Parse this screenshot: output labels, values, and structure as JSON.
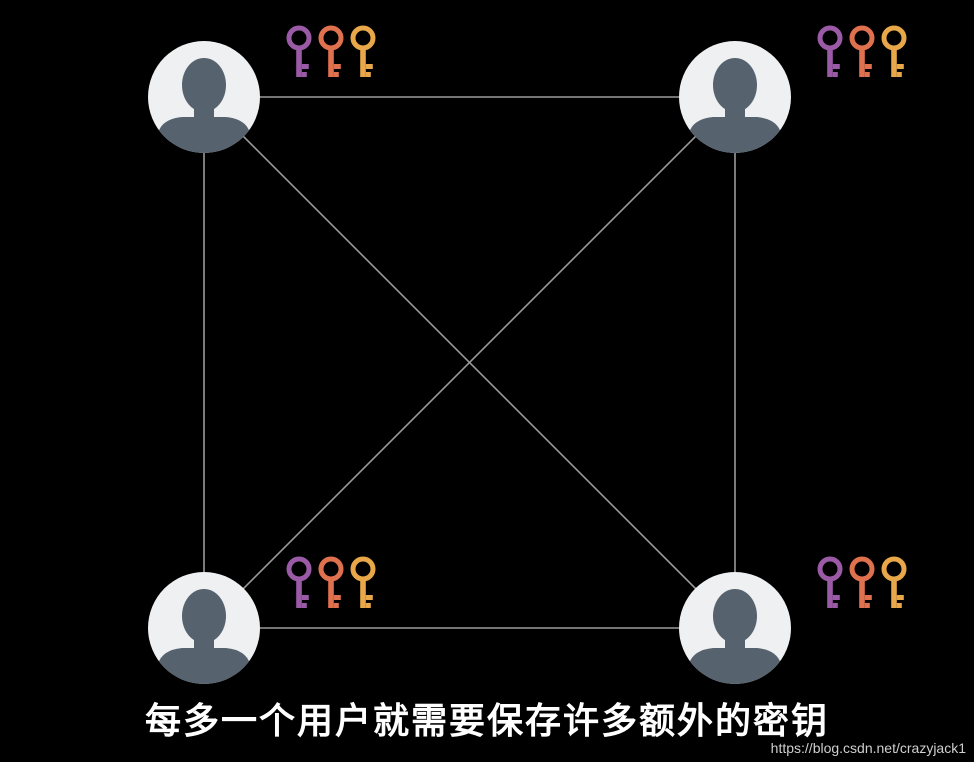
{
  "caption": "每多一个用户就需要保存许多额外的密钥",
  "watermark": "https://blog.csdn.net/crazyjack1",
  "colors": {
    "background": "#000000",
    "connection_line": "#9a9a9a",
    "avatar_circle": "#eef0f2",
    "avatar_silhouette": "#56636f",
    "key_purple": "#9b5aa6",
    "key_orange": "#e0714f",
    "key_yellow": "#e8a84a"
  },
  "users": [
    {
      "id": "top-left",
      "keys": [
        "key_purple",
        "key_orange",
        "key_yellow"
      ]
    },
    {
      "id": "top-right",
      "keys": [
        "key_purple",
        "key_orange",
        "key_yellow"
      ]
    },
    {
      "id": "bottom-left",
      "keys": [
        "key_purple",
        "key_orange",
        "key_yellow"
      ]
    },
    {
      "id": "bottom-right",
      "keys": [
        "key_purple",
        "key_orange",
        "key_yellow"
      ]
    }
  ],
  "connections": [
    [
      "top-left",
      "top-right"
    ],
    [
      "top-left",
      "bottom-left"
    ],
    [
      "top-left",
      "bottom-right"
    ],
    [
      "top-right",
      "bottom-right"
    ],
    [
      "top-right",
      "bottom-left"
    ],
    [
      "bottom-left",
      "bottom-right"
    ]
  ]
}
